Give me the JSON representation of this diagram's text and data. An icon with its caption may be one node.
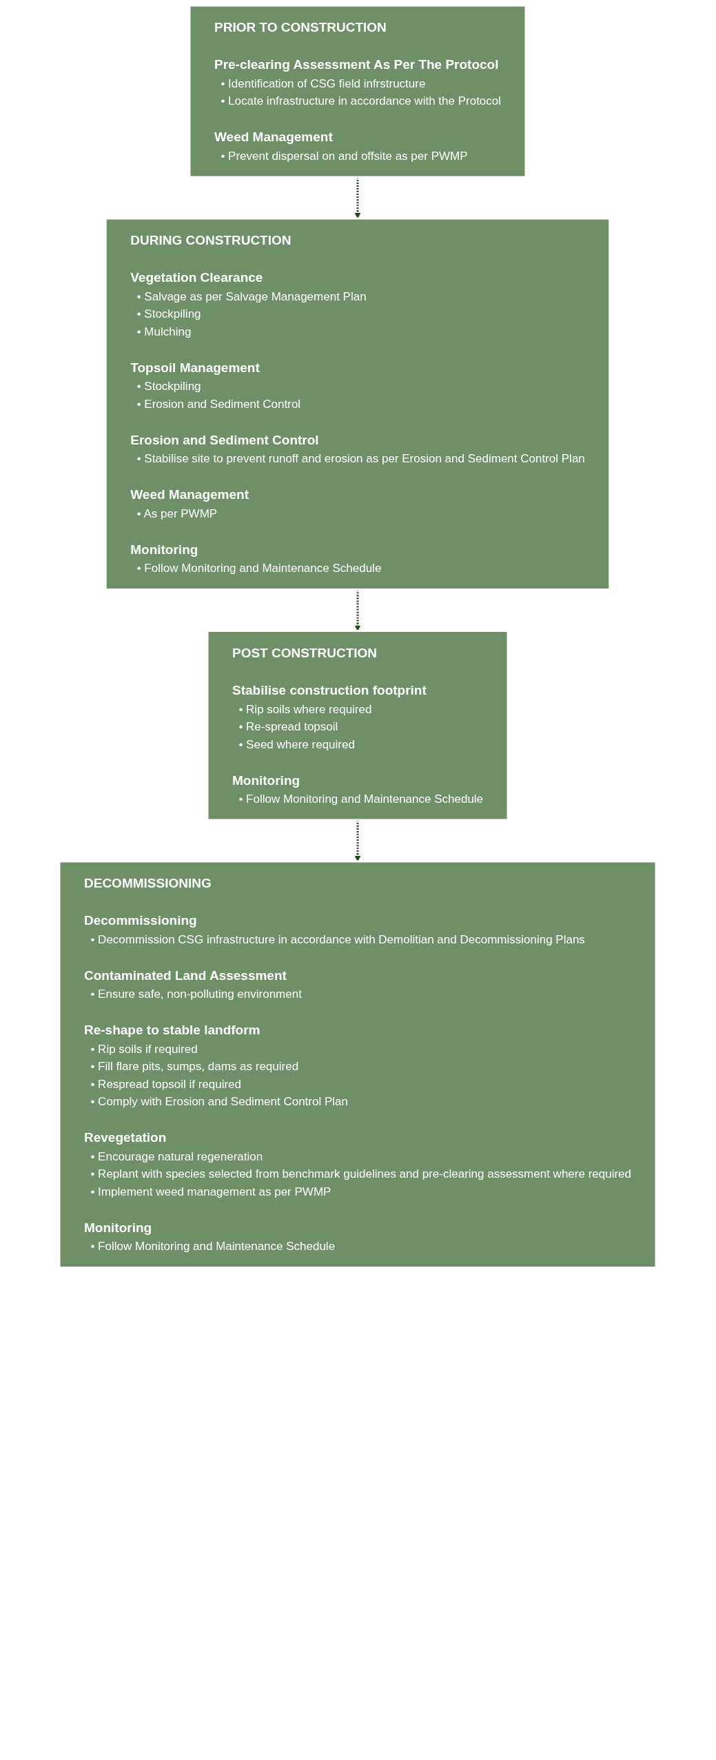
{
  "diagram": {
    "nodes": [
      {
        "text": [
          "PRIOR TO CONSTRUCTION",
          "Pre-clearing Assessment As Per The Protocol",
          "• Identification of CSG field infrstructure",
          "• Locate infrastructure in accordance with the Protocol",
          "Weed Management",
          "• Prevent dispersal on and offsite as per PWMP"
        ]
      },
      {
        "text": [
          "DURING CONSTRUCTION",
          "Vegetation Clearance",
          "• Salvage as per Salvage Management Plan",
          "• Stockpiling",
          "• Mulching",
          "Topsoil Management",
          "• Stockpiling",
          "• Erosion and Sediment Control",
          "Erosion and Sediment Control",
          "• Stabilise site to prevent runoff and erosion as per Erosion and Sediment Control Plan",
          "Weed Management",
          "• As per PWMP",
          "Monitoring",
          "• Follow Monitoring and Maintenance Schedule"
        ]
      },
      {
        "text": [
          "POST CONSTRUCTION",
          "Stabilise construction footprint",
          "• Rip soils where required",
          "• Re-spread topsoil",
          "• Seed where required",
          "Monitoring",
          "• Follow Monitoring and Maintenance Schedule"
        ]
      },
      {
        "text": [
          "DECOMMISSIONING",
          "Decommissioning",
          "• Decommission CSG infrastructure in accordance with Demolitian and Decommissioning Plans",
          "Contaminated Land Assessment",
          "• Ensure safe, non-polluting environment",
          "Re-shape to stable landform",
          "• Rip soils if required",
          "• Fill flare pits, sumps, dams as required",
          "• Respread topsoil if required",
          "• Comply with Erosion and Sediment Control Plan",
          "Revegetation",
          "• Encourage natural regeneration",
          "• Replant with species selected from benchmark guidelines and pre-clearing assessment where required",
          "• Implement weed management as per PWMP",
          "Monitoring",
          "• Follow Monitoring and Maintenance Schedule"
        ]
      }
    ],
    "edges": [
      {
        "from": 0,
        "to": 1,
        "arrow": "to",
        "style": "dashed"
      },
      {
        "from": 1,
        "to": 2,
        "arrow": "to",
        "style": "dashed"
      },
      {
        "from": 2,
        "to": 3,
        "arrow": "to",
        "style": "dashed"
      }
    ]
  }
}
